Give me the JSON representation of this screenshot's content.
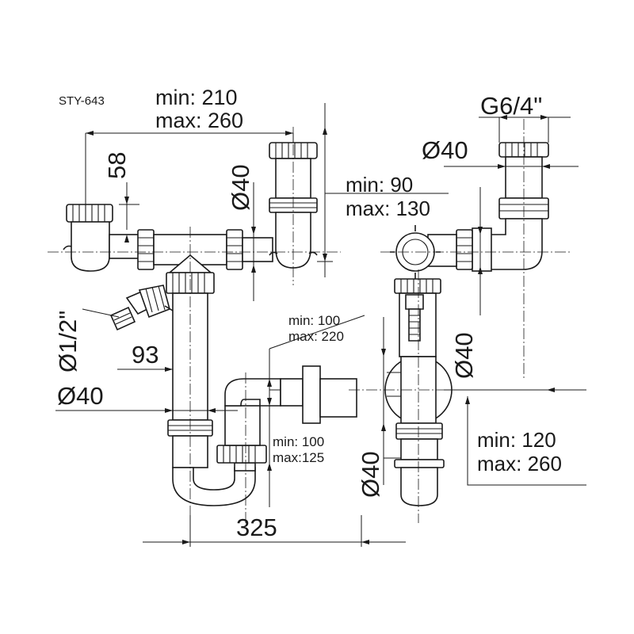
{
  "product_code": "STY-643",
  "dimensions": {
    "basin_spacing": {
      "min": "min: 210",
      "max": "max: 260"
    },
    "height_58": "58",
    "diameter_upper": "Ø40",
    "outlet_offset": {
      "min": "min: 90",
      "max": "max: 130"
    },
    "thread": "G6/4\"",
    "diameter_right_top": "Ø40",
    "connector": "Ø1/2\"",
    "side_93": "93",
    "diameter_left": "Ø40",
    "adjust_top": {
      "min": "min:  100",
      "max": "max: 220"
    },
    "adjust_bottom": {
      "min": "min: 100",
      "max": "max:125"
    },
    "diameter_right_side": "Ø40",
    "diameter_bottom": "Ø40",
    "depth": {
      "min": "min: 120",
      "max": "max: 260"
    },
    "width_325": "325"
  }
}
